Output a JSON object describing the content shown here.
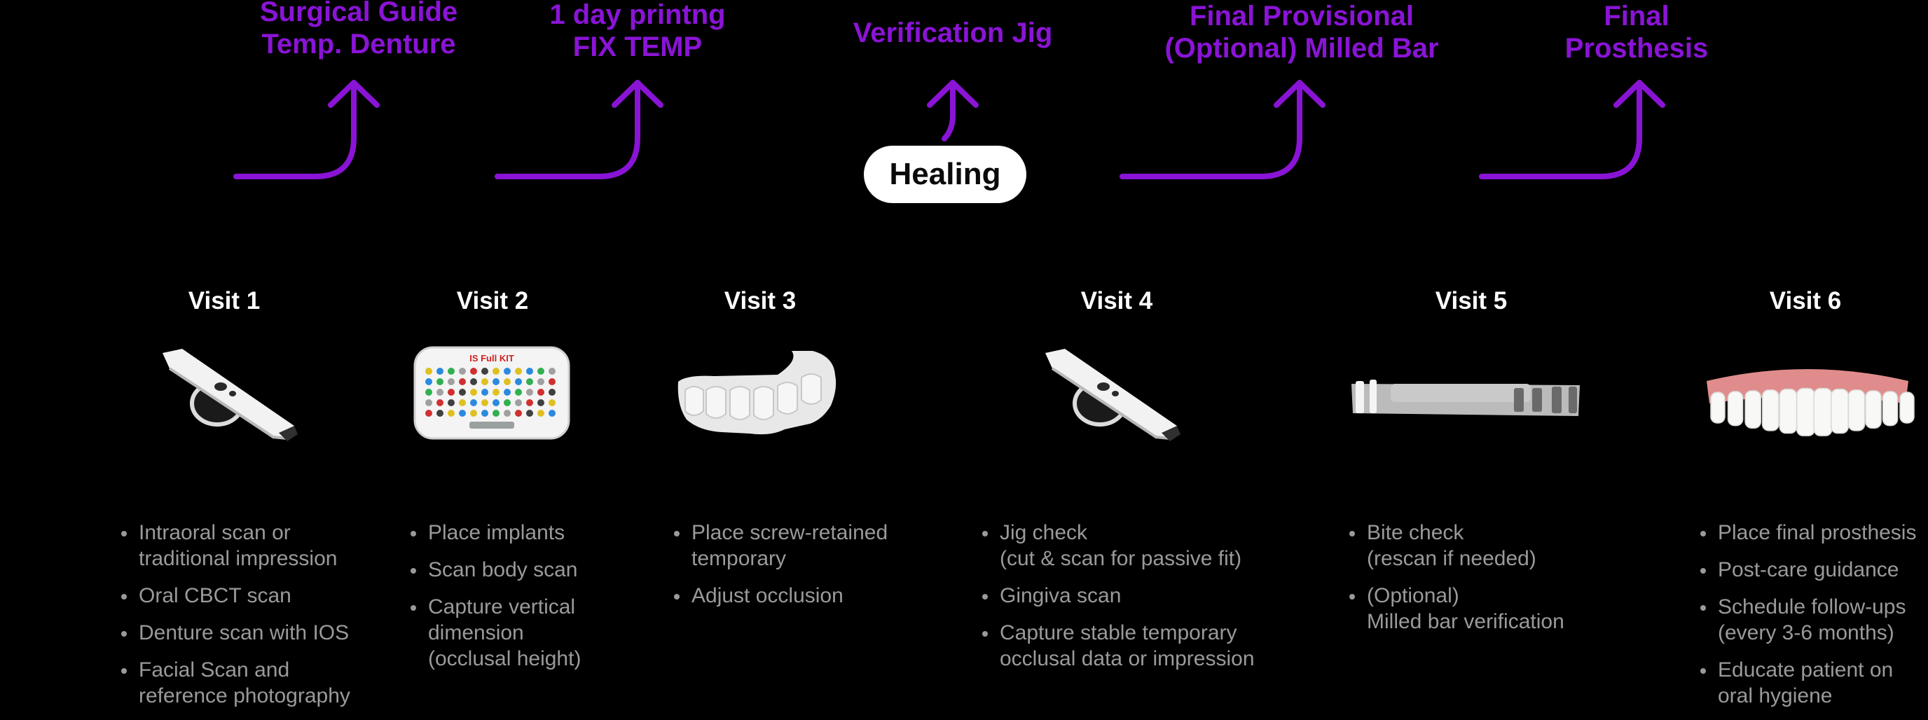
{
  "colors": {
    "accent": "#8a14d6",
    "background": "#000000",
    "text": "#ffffff",
    "muted": "#9a9a9a"
  },
  "top_labels": [
    {
      "lines": [
        "Surgical Guide",
        "Temp. Denture"
      ]
    },
    {
      "lines": [
        "1 day printng",
        "FIX TEMP"
      ]
    },
    {
      "lines": [
        "Verification Jig"
      ]
    },
    {
      "lines": [
        "Final Provisional",
        "(Optional) Milled Bar"
      ]
    },
    {
      "lines": [
        "Final",
        "Prosthesis"
      ]
    }
  ],
  "healing": "Healing",
  "visits": [
    {
      "title": "Visit 1",
      "image": "intraoral-scanner",
      "bullets": [
        [
          "Intraoral scan or",
          "traditional impression"
        ],
        [
          "Oral CBCT scan"
        ],
        [
          "Denture scan with IOS"
        ],
        [
          "Facial Scan and",
          "reference photography"
        ]
      ]
    },
    {
      "title": "Visit 2",
      "image": "implant-surgical-kit",
      "kit_label": "IS Full KIT",
      "bullets": [
        [
          "Place implants"
        ],
        [
          "Scan body scan"
        ],
        [
          "Capture vertical",
          "dimension",
          "(occlusal height)"
        ]
      ]
    },
    {
      "title": "Visit 3",
      "image": "screw-retained-temporary",
      "bullets": [
        [
          "Place screw-retained",
          "temporary"
        ],
        [
          "Adjust occlusion"
        ]
      ]
    },
    {
      "title": "Visit 4",
      "image": "intraoral-scanner",
      "bullets": [
        [
          "Jig check",
          "(cut & scan for passive fit)"
        ],
        [
          "Gingiva scan"
        ],
        [
          "Capture stable temporary",
          "occlusal data or impression"
        ]
      ]
    },
    {
      "title": "Visit 5",
      "image": "milled-bar",
      "bullets": [
        [
          "Bite check",
          "(rescan if needed)"
        ],
        [
          "(Optional)",
          "Milled bar verification"
        ]
      ]
    },
    {
      "title": "Visit 6",
      "image": "final-prosthesis",
      "bullets": [
        [
          "Place final prosthesis"
        ],
        [
          "Post-care guidance"
        ],
        [
          "Schedule follow-ups",
          "(every 3-6 months)"
        ],
        [
          "Educate patient on",
          "oral hygiene"
        ]
      ]
    }
  ]
}
